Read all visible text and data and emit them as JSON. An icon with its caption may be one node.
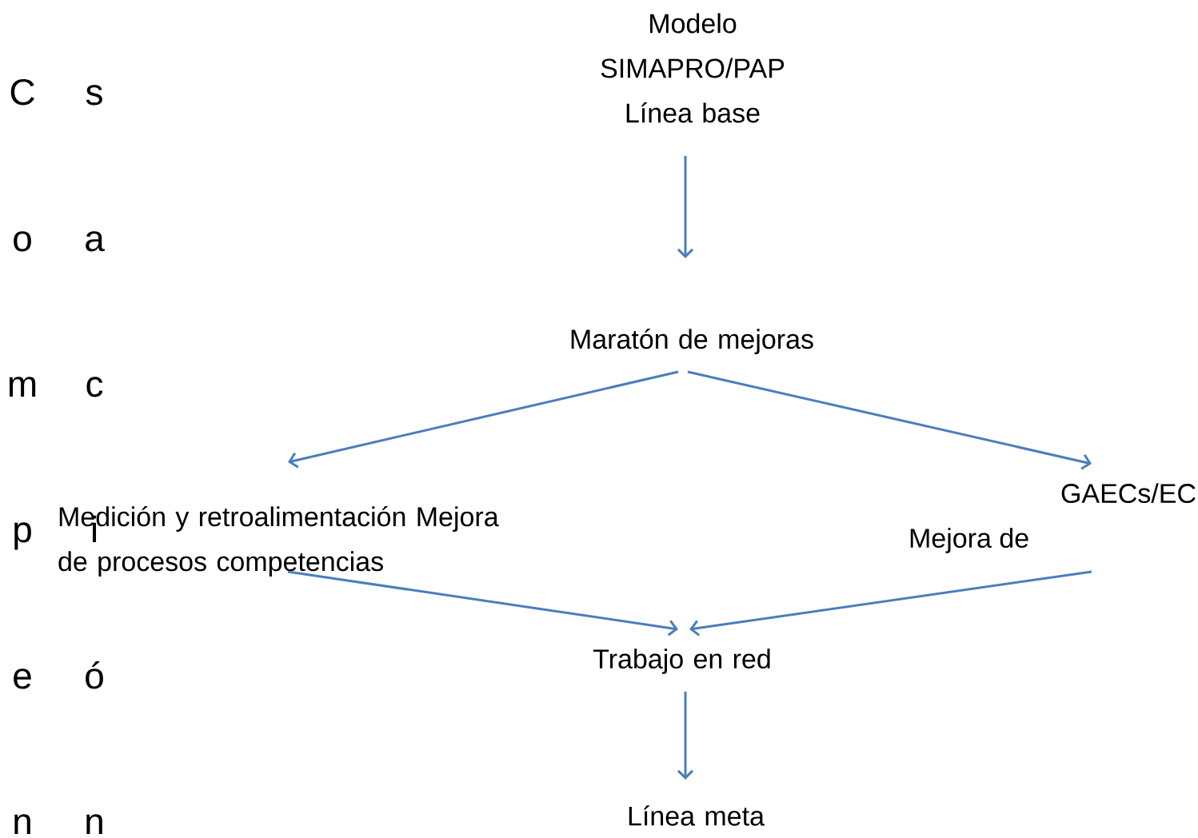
{
  "diagram": {
    "nodes": [
      {
        "text": [
          "Modelo SIMAPRO/PAP Línea base"
        ]
      },
      {
        "text": [
          "Maratón de mejoras"
        ]
      },
      {
        "text": [
          "Medición y retroalimentación Mejora de procesos competencias"
        ]
      },
      {
        "text": [
          "GAECs/EC",
          "Mejora de"
        ]
      },
      {
        "text": [
          "Trabajo en red"
        ]
      },
      {
        "text": [
          "Línea meta"
        ]
      }
    ],
    "edges": [
      {
        "from": 0,
        "to": 1,
        "arrow": "to"
      },
      {
        "from": 1,
        "to": 2,
        "arrow": "to"
      },
      {
        "from": 1,
        "to": 3,
        "arrow": "to"
      },
      {
        "from": 2,
        "to": 4,
        "arrow": "to"
      },
      {
        "from": 3,
        "to": 4,
        "arrow": "to"
      },
      {
        "from": 4,
        "to": 5,
        "arrow": "to"
      }
    ],
    "labels": [
      "C",
      "s",
      "o",
      "a",
      "m",
      "c",
      "p",
      "i",
      "e",
      "ó",
      "n",
      "n"
    ]
  }
}
